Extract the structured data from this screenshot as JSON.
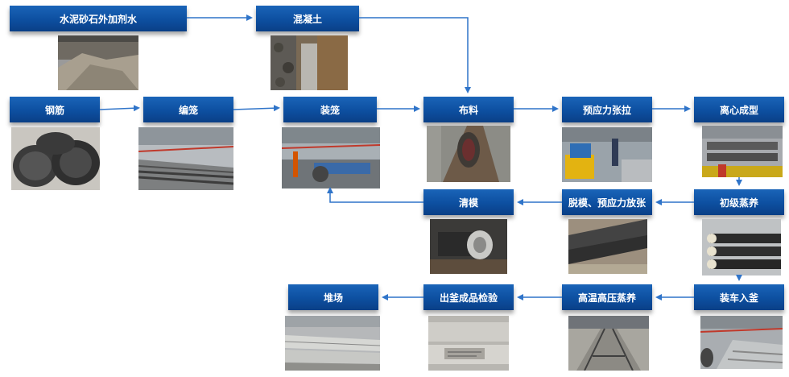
{
  "nodes": {
    "admixture": "水泥砂石外加剂水",
    "concrete": "混凝土",
    "steel": "钢筋",
    "cage_weaving": "编笼",
    "cage_install": "装笼",
    "distribute": "布料",
    "prestress_tension": "预应力张拉",
    "centrifugal_forming": "离心成型",
    "clean_mold": "清模",
    "demold_release": "脱模、预应力放张",
    "primary_curing": "初级蒸养",
    "stockyard": "堆场",
    "inspection": "出釜成品检验",
    "autoclave": "高温高压蒸养",
    "loading_kettle": "装车入釜"
  },
  "colors": {
    "node_blue": "#0d4fa0",
    "arrow_blue": "#2f74c9"
  },
  "photos": {
    "admixture": "sand-gravel-pile-photo",
    "concrete": "concrete-mixing-photo",
    "steel": "steel-coil-photo",
    "cage_weaving": "cage-weaving-workshop-photo",
    "cage_install": "cage-install-workshop-photo",
    "distribute": "mold-distribution-photo",
    "prestress_tension": "tensioning-machine-photo",
    "centrifugal_forming": "centrifuge-line-photo",
    "clean_mold": "mold-cleaning-photo",
    "demold_release": "demolding-photo",
    "primary_curing": "steam-curing-pipes-photo",
    "stockyard": "pile-stockyard-photo",
    "inspection": "finished-pile-inspection-photo",
    "autoclave": "autoclave-track-photo",
    "loading_kettle": "kettle-loading-photo"
  }
}
